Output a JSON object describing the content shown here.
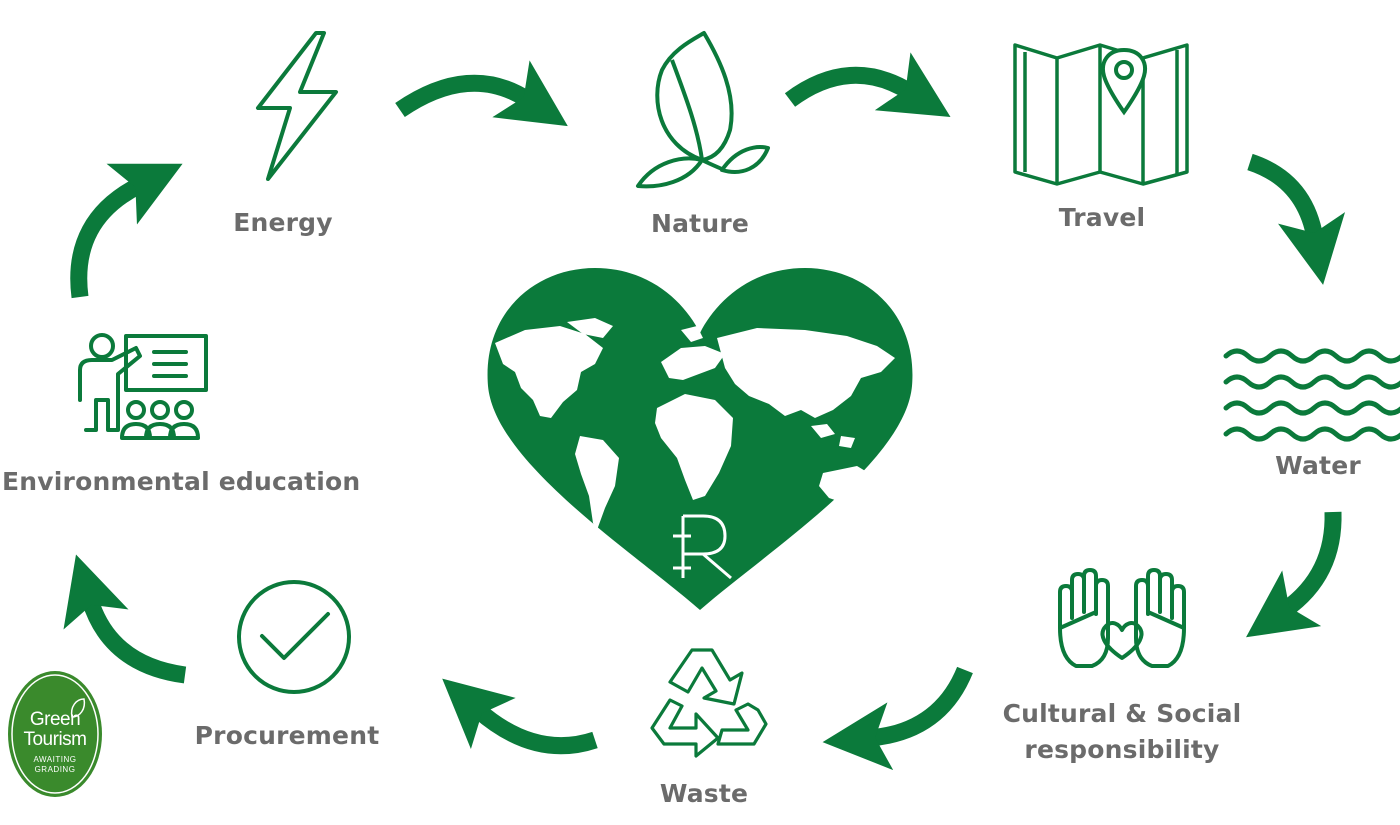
{
  "colors": {
    "green": "#0b7a3b",
    "label": "#6b6b6b",
    "white": "#ffffff"
  },
  "nodes": {
    "energy": {
      "label": "Energy",
      "icon": "lightning-bolt-icon"
    },
    "nature": {
      "label": "Nature",
      "icon": "leaf-icon"
    },
    "travel": {
      "label": "Travel",
      "icon": "map-pin-icon"
    },
    "water": {
      "label": "Water",
      "icon": "waves-icon"
    },
    "cultural": {
      "label_line1": "Cultural & Social",
      "label_line2": "responsibility",
      "icon": "hands-heart-icon"
    },
    "waste": {
      "label": "Waste",
      "icon": "recycle-icon"
    },
    "procurement": {
      "label": "Procurement",
      "icon": "checkmark-circle-icon"
    },
    "education": {
      "label": "Environmental education",
      "icon": "teacher-presentation-icon"
    }
  },
  "center": {
    "icon": "heart-globe-icon",
    "monogram": "R"
  },
  "badge": {
    "line1": "Green",
    "line2": "Tourism",
    "line3": "AWAITING",
    "line4": "GRADING",
    "icon": "green-tourism-badge-icon"
  }
}
